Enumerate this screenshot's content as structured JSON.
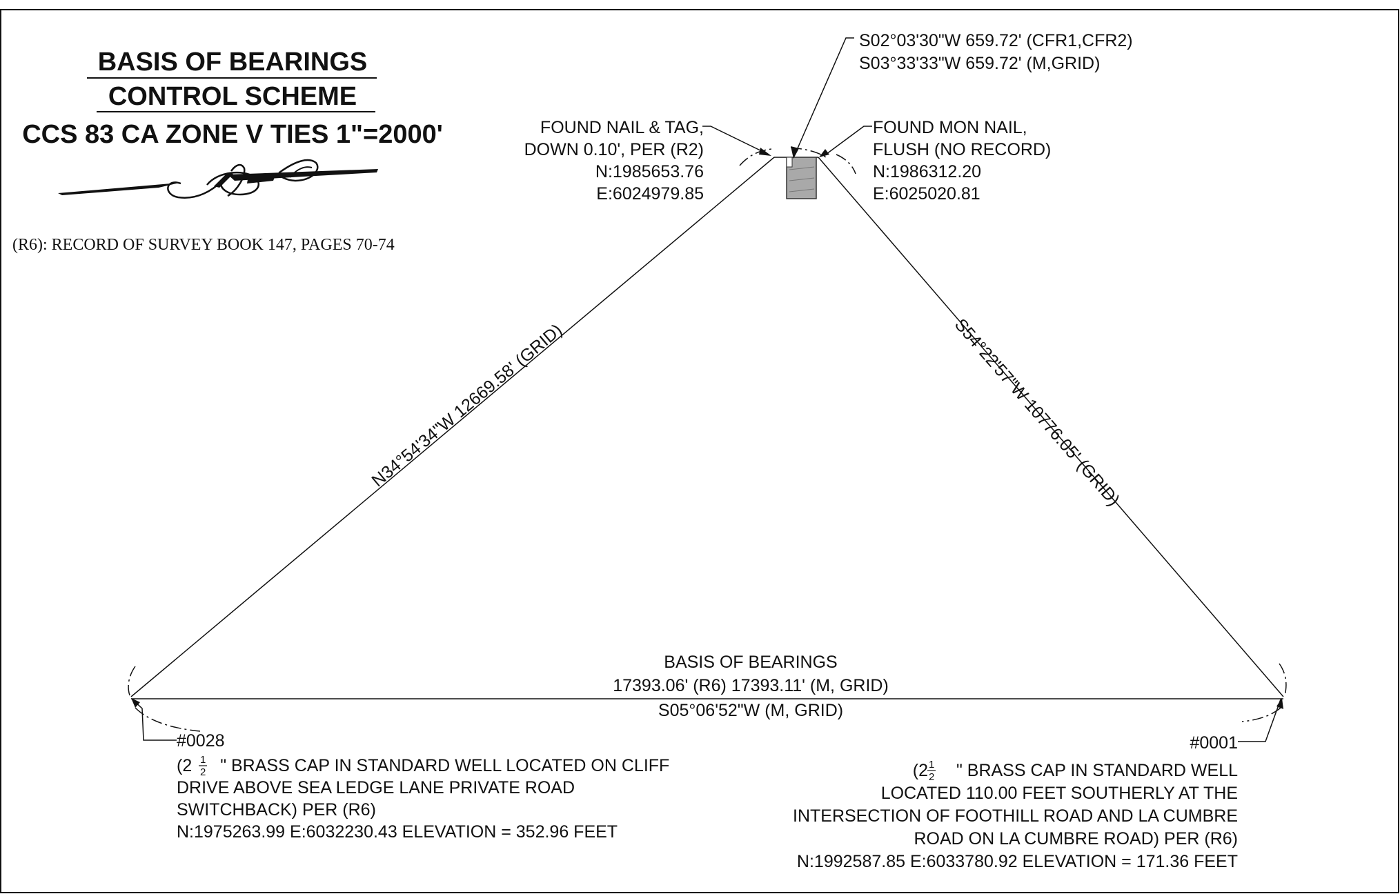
{
  "title": {
    "line1": "BASIS OF BEARINGS",
    "line2": "CONTROL SCHEME",
    "line3": "CCS 83 CA ZONE V TIES 1\"=2000'"
  },
  "reference_note": "(R6): RECORD OF SURVEY BOOK 147, PAGES 70-74",
  "top_bearing": {
    "line1": "S02°03'30\"W 659.72' (CFR1,CFR2)",
    "line2": "S03°33'33\"W 659.72' (M,GRID)"
  },
  "left_top_point": {
    "line1": "FOUND NAIL & TAG,",
    "line2": "DOWN 0.10', PER (R2)",
    "north": "N:1985653.76",
    "east": "E:6024979.85"
  },
  "right_top_point": {
    "line1": "FOUND MON NAIL,",
    "line2": "FLUSH (NO RECORD)",
    "north": "N:1986312.20",
    "east": "E:6025020.81"
  },
  "left_line_label": "N34°54'34\"W 12669.58' (GRID)",
  "right_line_label": "S54°22'57\"W 10776.05' (GRID)",
  "base_line": {
    "line1": "BASIS OF BEARINGS",
    "line2": "17393.06' (R6) 17393.11' (M, GRID)",
    "line3": "S05°06'52\"W (M, GRID)"
  },
  "point_0028": {
    "id": "#0028",
    "prefix": "(2 ",
    "frac_num": "1",
    "frac_den": "2",
    "line1_rest": "\" BRASS CAP IN STANDARD WELL LOCATED ON CLIFF",
    "line2": "DRIVE ABOVE SEA LEDGE LANE PRIVATE ROAD",
    "line3": "SWITCHBACK) PER (R6)",
    "line4": "N:1975263.99  E:6032230.43 ELEVATION = 352.96 FEET"
  },
  "point_0001": {
    "id": "#0001",
    "prefix": "(2 ",
    "frac_num": "1",
    "frac_den": "2",
    "line1_rest": "\" BRASS CAP IN STANDARD WELL",
    "line2": "LOCATED 110.00 FEET SOUTHERLY AT THE",
    "line3": "INTERSECTION OF FOOTHILL ROAD AND LA CUMBRE",
    "line4": "ROAD ON LA CUMBRE ROAD) PER (R6)",
    "line5": "N:1992587.85   E:6033780.92 ELEVATION = 171.36 FEET"
  }
}
